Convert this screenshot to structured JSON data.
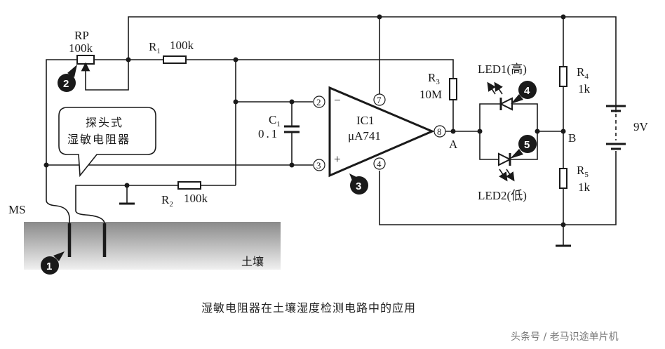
{
  "diagram": {
    "caption": "湿敏电阻器在土壤湿度检测电路中的应用",
    "watermark": "头条号 / 老马识途单片机",
    "colors": {
      "line": "#1a1a1a",
      "soil_dark": "#8a8a8a",
      "soil_light": "#eeeeee",
      "badge": "#1a1a1a"
    },
    "components": {
      "rp": {
        "name": "RP",
        "value": "100k"
      },
      "r1": {
        "name": "R",
        "sub": "1",
        "value": "100k"
      },
      "r2": {
        "name": "R",
        "sub": "2",
        "value": "100k"
      },
      "r3": {
        "name": "R",
        "sub": "3",
        "value": "10M"
      },
      "r4": {
        "name": "R",
        "sub": "4",
        "value": "1k"
      },
      "r5": {
        "name": "R",
        "sub": "5",
        "value": "1k"
      },
      "c1": {
        "name": "C",
        "sub": "1",
        "value": "0.1"
      },
      "ic1": {
        "name": "IC1",
        "part": "μA741",
        "minus": "−",
        "plus": "+"
      },
      "led1": {
        "label": "LED1(高)"
      },
      "led2": {
        "label": "LED2(低)"
      },
      "battery": {
        "value": "9V"
      },
      "sensor": {
        "name": "MS"
      }
    },
    "pins": [
      "2",
      "3",
      "4",
      "7",
      "8"
    ],
    "nodes": {
      "a": "A",
      "b": "B"
    },
    "callout": {
      "line1": "探头式",
      "line2": "湿敏电阻器"
    },
    "soil_label": "土壤",
    "badges": [
      "1",
      "2",
      "3",
      "4",
      "5"
    ]
  }
}
